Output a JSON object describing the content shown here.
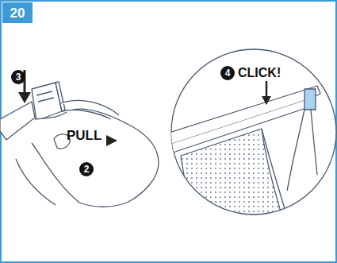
{
  "diagram": {
    "nodes": [
      {
        "text": [
          "20"
        ]
      },
      {
        "text": [
          "3"
        ]
      },
      {
        "text": [
          "2"
        ]
      },
      {
        "text": [
          "4"
        ]
      }
    ],
    "labels": [
      "PULL",
      "CLICK!"
    ]
  }
}
